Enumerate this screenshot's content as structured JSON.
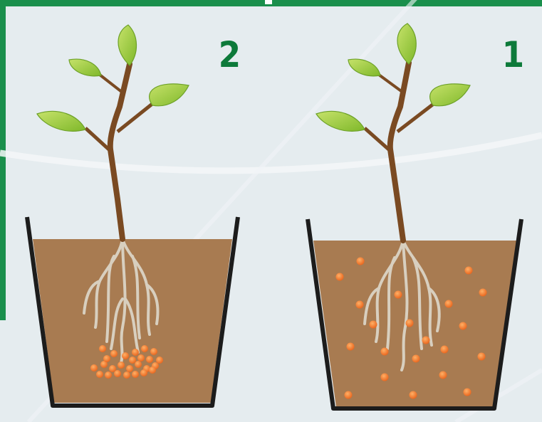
{
  "labels": {
    "left_pot_number": "2",
    "right_pot_number": "1"
  },
  "colors": {
    "background": "#e5ecef",
    "frame_green": "#1a8f4c",
    "number_green": "#0d7a3a",
    "soil": "#a87b51",
    "pot_outline": "#1c1c1c",
    "stem": "#7a4a22",
    "leaf": "#9ccd3a",
    "root": "#d6ccbc",
    "fertilizer": "#f07a1e"
  },
  "pots": [
    {
      "name": "pot-2",
      "fertilizer_distribution": "concentrated-bottom"
    },
    {
      "name": "pot-1",
      "fertilizer_distribution": "scattered-throughout"
    }
  ]
}
